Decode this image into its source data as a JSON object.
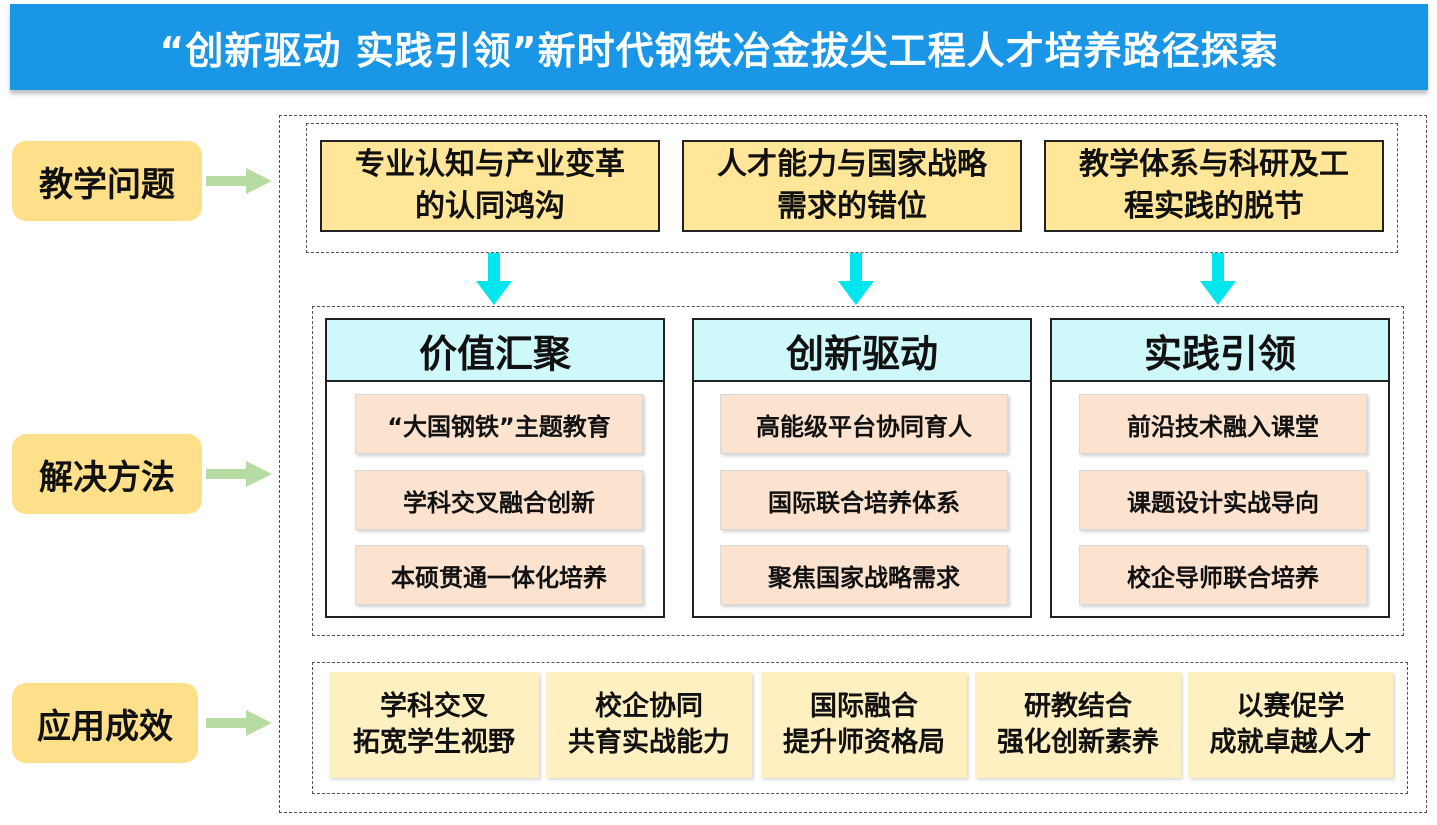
{
  "title": "“创新驱动 实践引领”新时代钢铁冶金拔尖工程人才培养路径探索",
  "colors": {
    "banner": "#1a96e6",
    "side_label": "#ffe08a",
    "problem_box": "#ffe699",
    "panel_header": "#cff8fb",
    "method_item": "#fbe3cf",
    "outcome_box": "#fff0c2",
    "down_arrow": "#00e5ee",
    "side_arrow": "#b6dba3"
  },
  "sections": {
    "problems_label": "教学问题",
    "methods_label": "解决方法",
    "outcomes_label": "应用成效"
  },
  "problems": [
    {
      "line1": "专业认知与产业变革",
      "line2": "的认同鸿沟"
    },
    {
      "line1": "人才能力与国家战略",
      "line2": "需求的错位"
    },
    {
      "line1": "教学体系与科研及工",
      "line2": "程实践的脱节"
    }
  ],
  "methods": [
    {
      "title": "价值汇聚",
      "items": [
        "“大国钢铁”主题教育",
        "学科交叉融合创新",
        "本硕贯通一体化培养"
      ]
    },
    {
      "title": "创新驱动",
      "items": [
        "高能级平台协同育人",
        "国际联合培养体系",
        "聚焦国家战略需求"
      ]
    },
    {
      "title": "实践引领",
      "items": [
        "前沿技术融入课堂",
        "课题设计实战导向",
        "校企导师联合培养"
      ]
    }
  ],
  "outcomes": [
    {
      "line1": "学科交叉",
      "line2": "拓宽学生视野"
    },
    {
      "line1": "校企协同",
      "line2": "共育实战能力"
    },
    {
      "line1": "国际融合",
      "line2": "提升师资格局"
    },
    {
      "line1": "研教结合",
      "line2": "强化创新素养"
    },
    {
      "line1": "以赛促学",
      "line2": "成就卓越人才"
    }
  ]
}
